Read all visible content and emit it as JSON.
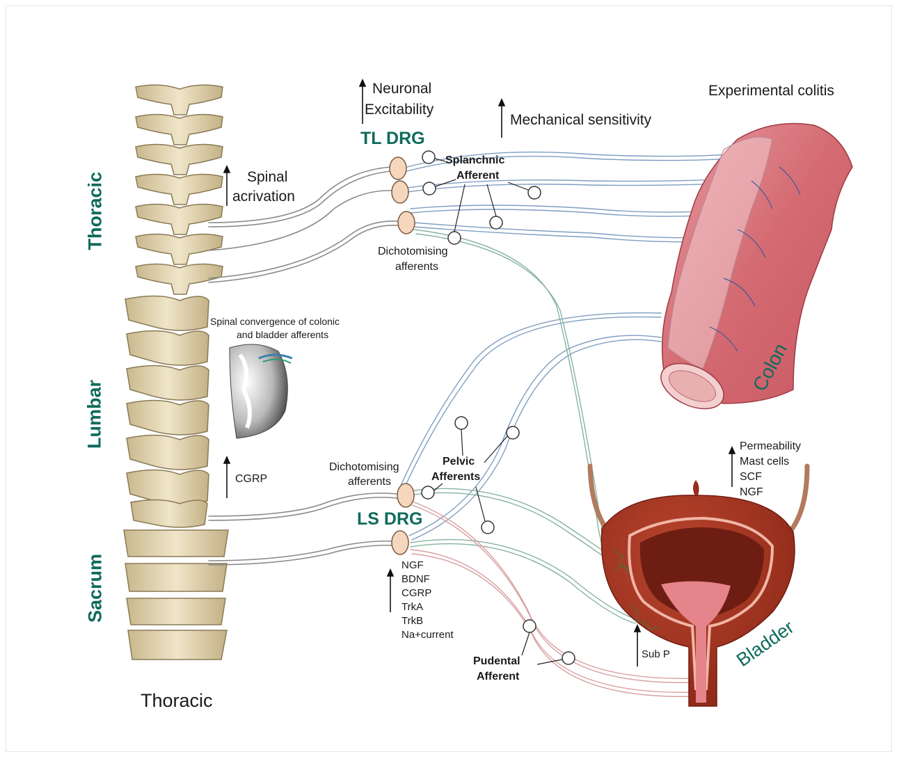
{
  "regions": {
    "thoracic": "Thoracic",
    "lumbar": "Lumbar",
    "sacrum": "Sacrum",
    "bottom": "Thoracic"
  },
  "ganglia": {
    "tl_drg": "TL DRG",
    "ls_drg": "LS DRG"
  },
  "organs": {
    "colon": "Colon",
    "bladder": "Bladder",
    "experimental_colitis": "Experimental colitis"
  },
  "labels": {
    "neuronal": "Neuronal",
    "excitability": "Excitability",
    "mechanical_sensitivity": "Mechanical sensitivity",
    "spinal": "Spinal",
    "acrivation": "acrivation",
    "splanchnic": "Splanchnic",
    "afferent": "Afferent",
    "dichot_top_1": "Dichotomising",
    "dichot_top_2": "afferents",
    "convergence_1": "Spinal convergence of colonic",
    "convergence_2": "and bladder afferents",
    "cgrp": "CGRP",
    "dichot_bottom_1": "Dichotomising",
    "dichot_bottom_2": "afferents",
    "pelvic": "Pelvic",
    "pelvic_afferents": "Afferents",
    "pudental": "Pudental",
    "pudental_afferent": "Afferent",
    "sub_p": "Sub P"
  },
  "ls_drg_markers": [
    "NGF",
    "BDNF",
    "CGRP",
    "TrkA",
    "TrkB",
    "Na+current"
  ],
  "bladder_markers": [
    "Permeability",
    "Mast cells",
    "SCF",
    "NGF"
  ],
  "colors": {
    "teal_text": "#0f6b5c",
    "bone": "#d8cba8",
    "bone_edge": "#8a7a55",
    "drg": "#f6d7bd",
    "colon": "#d9737a",
    "bladder": "#9b2d1c",
    "bladder_inner": "#6e1d12",
    "nerve_blue": "#6f8fb8",
    "nerve_green": "#7aa893",
    "nerve_red": "#d08a8a"
  }
}
